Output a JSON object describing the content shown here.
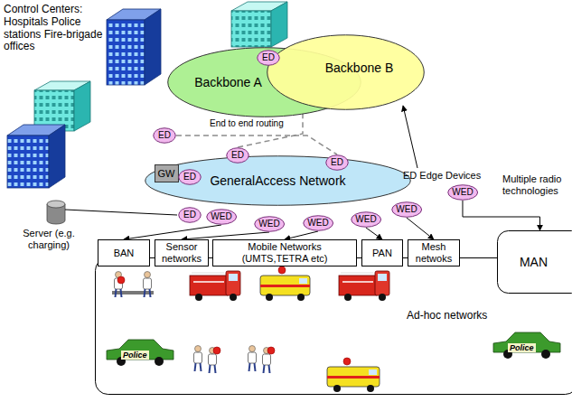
{
  "diagram": {
    "nodes": [
      {
        "text": [
          "Backbone A"
        ]
      },
      {
        "text": [
          "Backbone B"
        ]
      },
      {
        "text": [
          "GeneralAccess Network"
        ]
      },
      {
        "text": [
          "GW"
        ]
      },
      {
        "text": [
          "ED"
        ]
      },
      {
        "text": [
          "ED"
        ]
      },
      {
        "text": [
          "ED"
        ]
      },
      {
        "text": [
          "ED"
        ]
      },
      {
        "text": [
          "ED"
        ]
      },
      {
        "text": [
          "ED"
        ]
      },
      {
        "text": [
          "WED"
        ]
      },
      {
        "text": [
          "WED"
        ]
      },
      {
        "text": [
          "WED"
        ]
      },
      {
        "text": [
          "WED"
        ]
      },
      {
        "text": [
          "WED"
        ]
      },
      {
        "text": [
          "WED"
        ]
      },
      {
        "text": [
          "Ad-hoc networks"
        ]
      },
      {
        "text": [
          "BAN"
        ]
      },
      {
        "text": [
          "Sensor networks"
        ]
      },
      {
        "text": [
          "Mobile Networks (UMTS,TETRA etc)"
        ]
      },
      {
        "text": [
          "PAN"
        ]
      },
      {
        "text": [
          "Mesh netwoks"
        ]
      },
      {
        "text": [
          "MAN"
        ]
      }
    ],
    "edges": [
      {
        "from": 10,
        "to": 17,
        "arrow": "to"
      },
      {
        "from": 11,
        "to": 18,
        "arrow": "to"
      },
      {
        "from": 12,
        "to": 19,
        "arrow": "to"
      },
      {
        "from": 13,
        "to": 20,
        "arrow": "to"
      },
      {
        "from": 14,
        "to": 21,
        "arrow": "to"
      },
      {
        "from": 15,
        "to": 22,
        "arrow": "to"
      },
      {
        "from": 4,
        "to": 7,
        "arrow": "none"
      },
      {
        "from": 5,
        "to": 6,
        "arrow": "none"
      }
    ],
    "labels": [
      "Control Centers: Hospitals Police stations Fire-brigade offices",
      "End to end routing",
      "ED Edge Devices",
      "Multiple radio technologies",
      "Server (e.g. charging)",
      "Police",
      "Police"
    ]
  }
}
